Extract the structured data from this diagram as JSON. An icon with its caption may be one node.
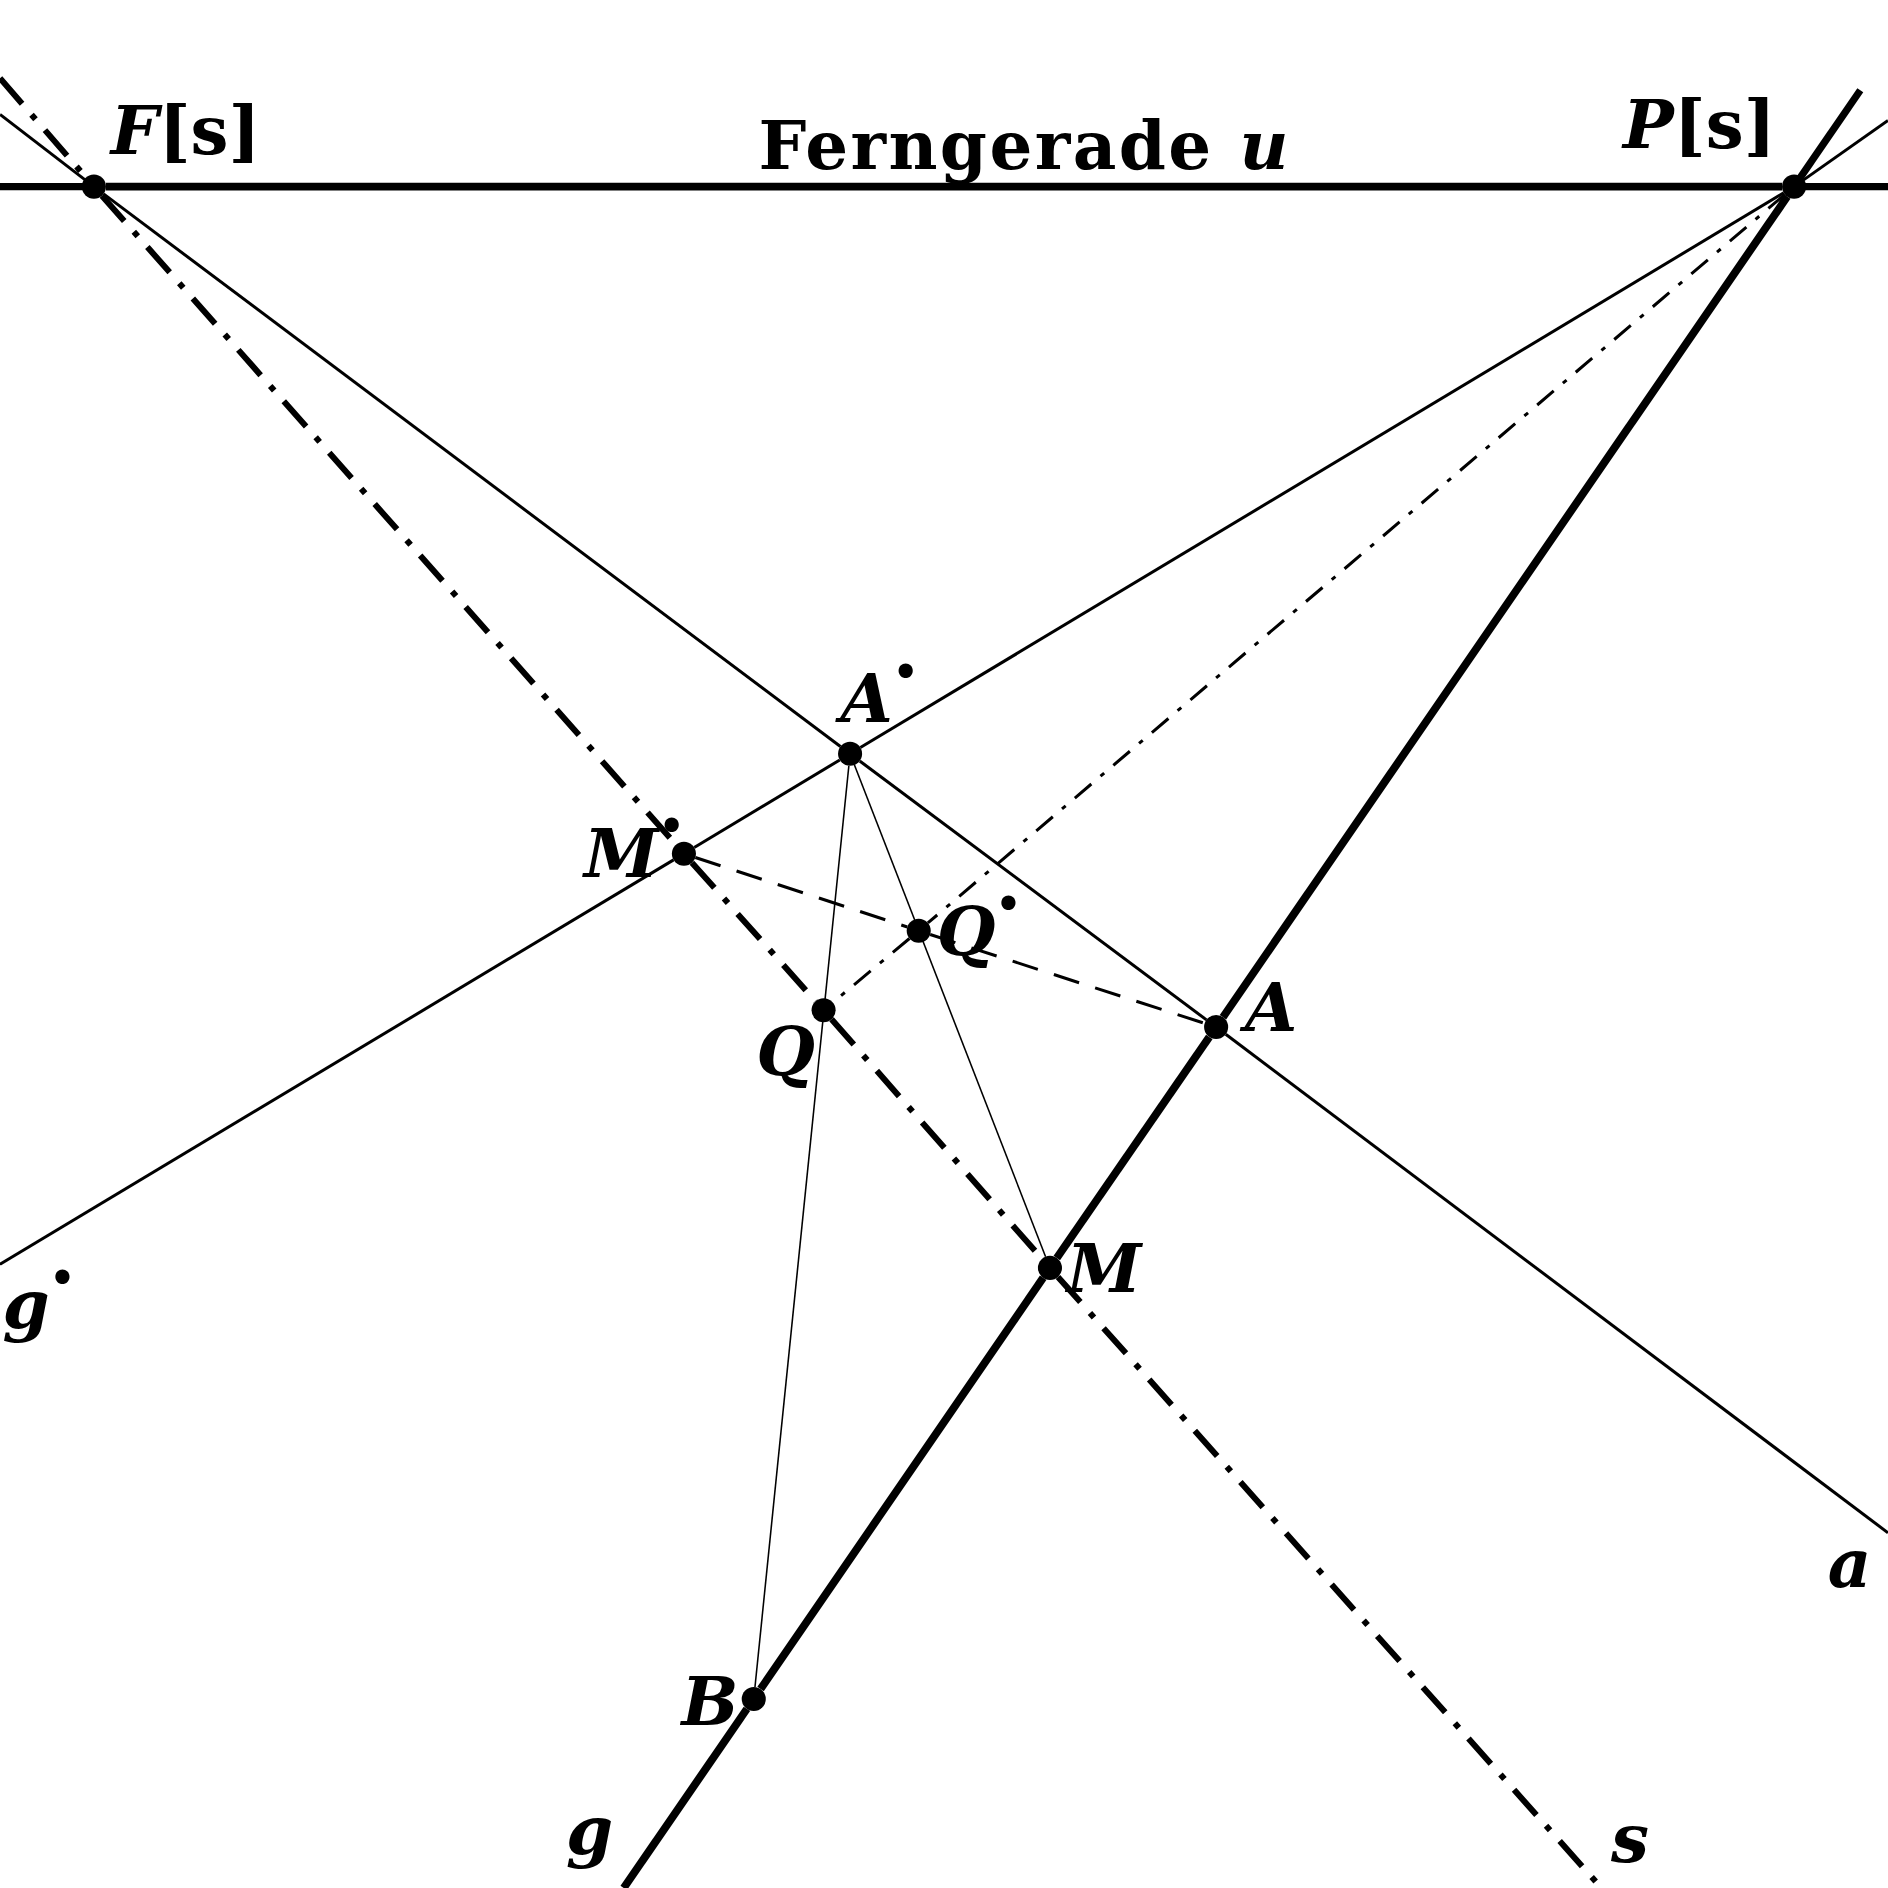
{
  "diagram": {
    "nodes": [
      {
        "text": [],
        "shape": "circle",
        "beside": [
          "*F*[s]"
        ]
      },
      {
        "text": [],
        "shape": "circle",
        "beside": [
          "*P*[s]"
        ]
      },
      {
        "text": [],
        "shape": "circle",
        "beside": [
          "*A*$^{•}$"
        ]
      },
      {
        "text": [],
        "shape": "circle",
        "beside": [
          "*M*$^{•}$"
        ]
      },
      {
        "text": [],
        "shape": "circle",
        "beside": [
          "*Q*$^{•}$"
        ]
      },
      {
        "text": [],
        "shape": "circle",
        "beside": [
          "*Q*"
        ]
      },
      {
        "text": [],
        "shape": "circle",
        "beside": [
          "*A*"
        ]
      },
      {
        "text": [],
        "shape": "circle",
        "beside": [
          "*M*"
        ]
      },
      {
        "text": [],
        "shape": "circle",
        "beside": [
          "*B*"
        ]
      },
      {
        "text": [
          "*g*$^{•}$"
        ]
      },
      {
        "text": [
          "*a*"
        ]
      },
      {
        "text": [
          "*g*"
        ]
      },
      {
        "text": [
          "*s*"
        ]
      }
    ],
    "edges": [
      {
        "from": 0,
        "to": 1,
        "arrow": "none",
        "label": "Ferngerade *u*",
        "style": "thick"
      },
      {
        "from": 0,
        "to": 2,
        "arrow": "none"
      },
      {
        "from": 2,
        "to": 6,
        "arrow": "none"
      },
      {
        "from": 1,
        "to": 2,
        "arrow": "none"
      },
      {
        "from": 2,
        "to": 3,
        "arrow": "none"
      },
      {
        "from": 1,
        "to": 6,
        "arrow": "none",
        "style": "thick"
      },
      {
        "from": 6,
        "to": 7,
        "arrow": "none",
        "style": "thick"
      },
      {
        "from": 7,
        "to": 8,
        "arrow": "none",
        "style": "thick"
      },
      {
        "from": 0,
        "to": 3,
        "arrow": "none",
        "style": "dashed"
      },
      {
        "from": 3,
        "to": 5,
        "arrow": "none",
        "style": "dashed"
      },
      {
        "from": 5,
        "to": 7,
        "arrow": "none",
        "style": "dashed"
      },
      {
        "from": 1,
        "to": 4,
        "arrow": "none",
        "style": "dashed"
      },
      {
        "from": 4,
        "to": 5,
        "arrow": "none",
        "style": "dashed"
      },
      {
        "from": 2,
        "to": 8,
        "arrow": "none"
      },
      {
        "from": 2,
        "to": 7,
        "arrow": "none"
      },
      {
        "from": 3,
        "to": 4,
        "arrow": "none",
        "style": "dashed"
      },
      {
        "from": 4,
        "to": 6,
        "arrow": "none",
        "style": "dashed"
      },
      {
        "from": 3,
        "to": 9,
        "arrow": "none"
      },
      {
        "from": 6,
        "to": 10,
        "arrow": "none"
      },
      {
        "from": 8,
        "to": 11,
        "arrow": "none",
        "style": "thick"
      },
      {
        "from": 7,
        "to": 12,
        "arrow": "none",
        "style": "dashed"
      }
    ]
  }
}
